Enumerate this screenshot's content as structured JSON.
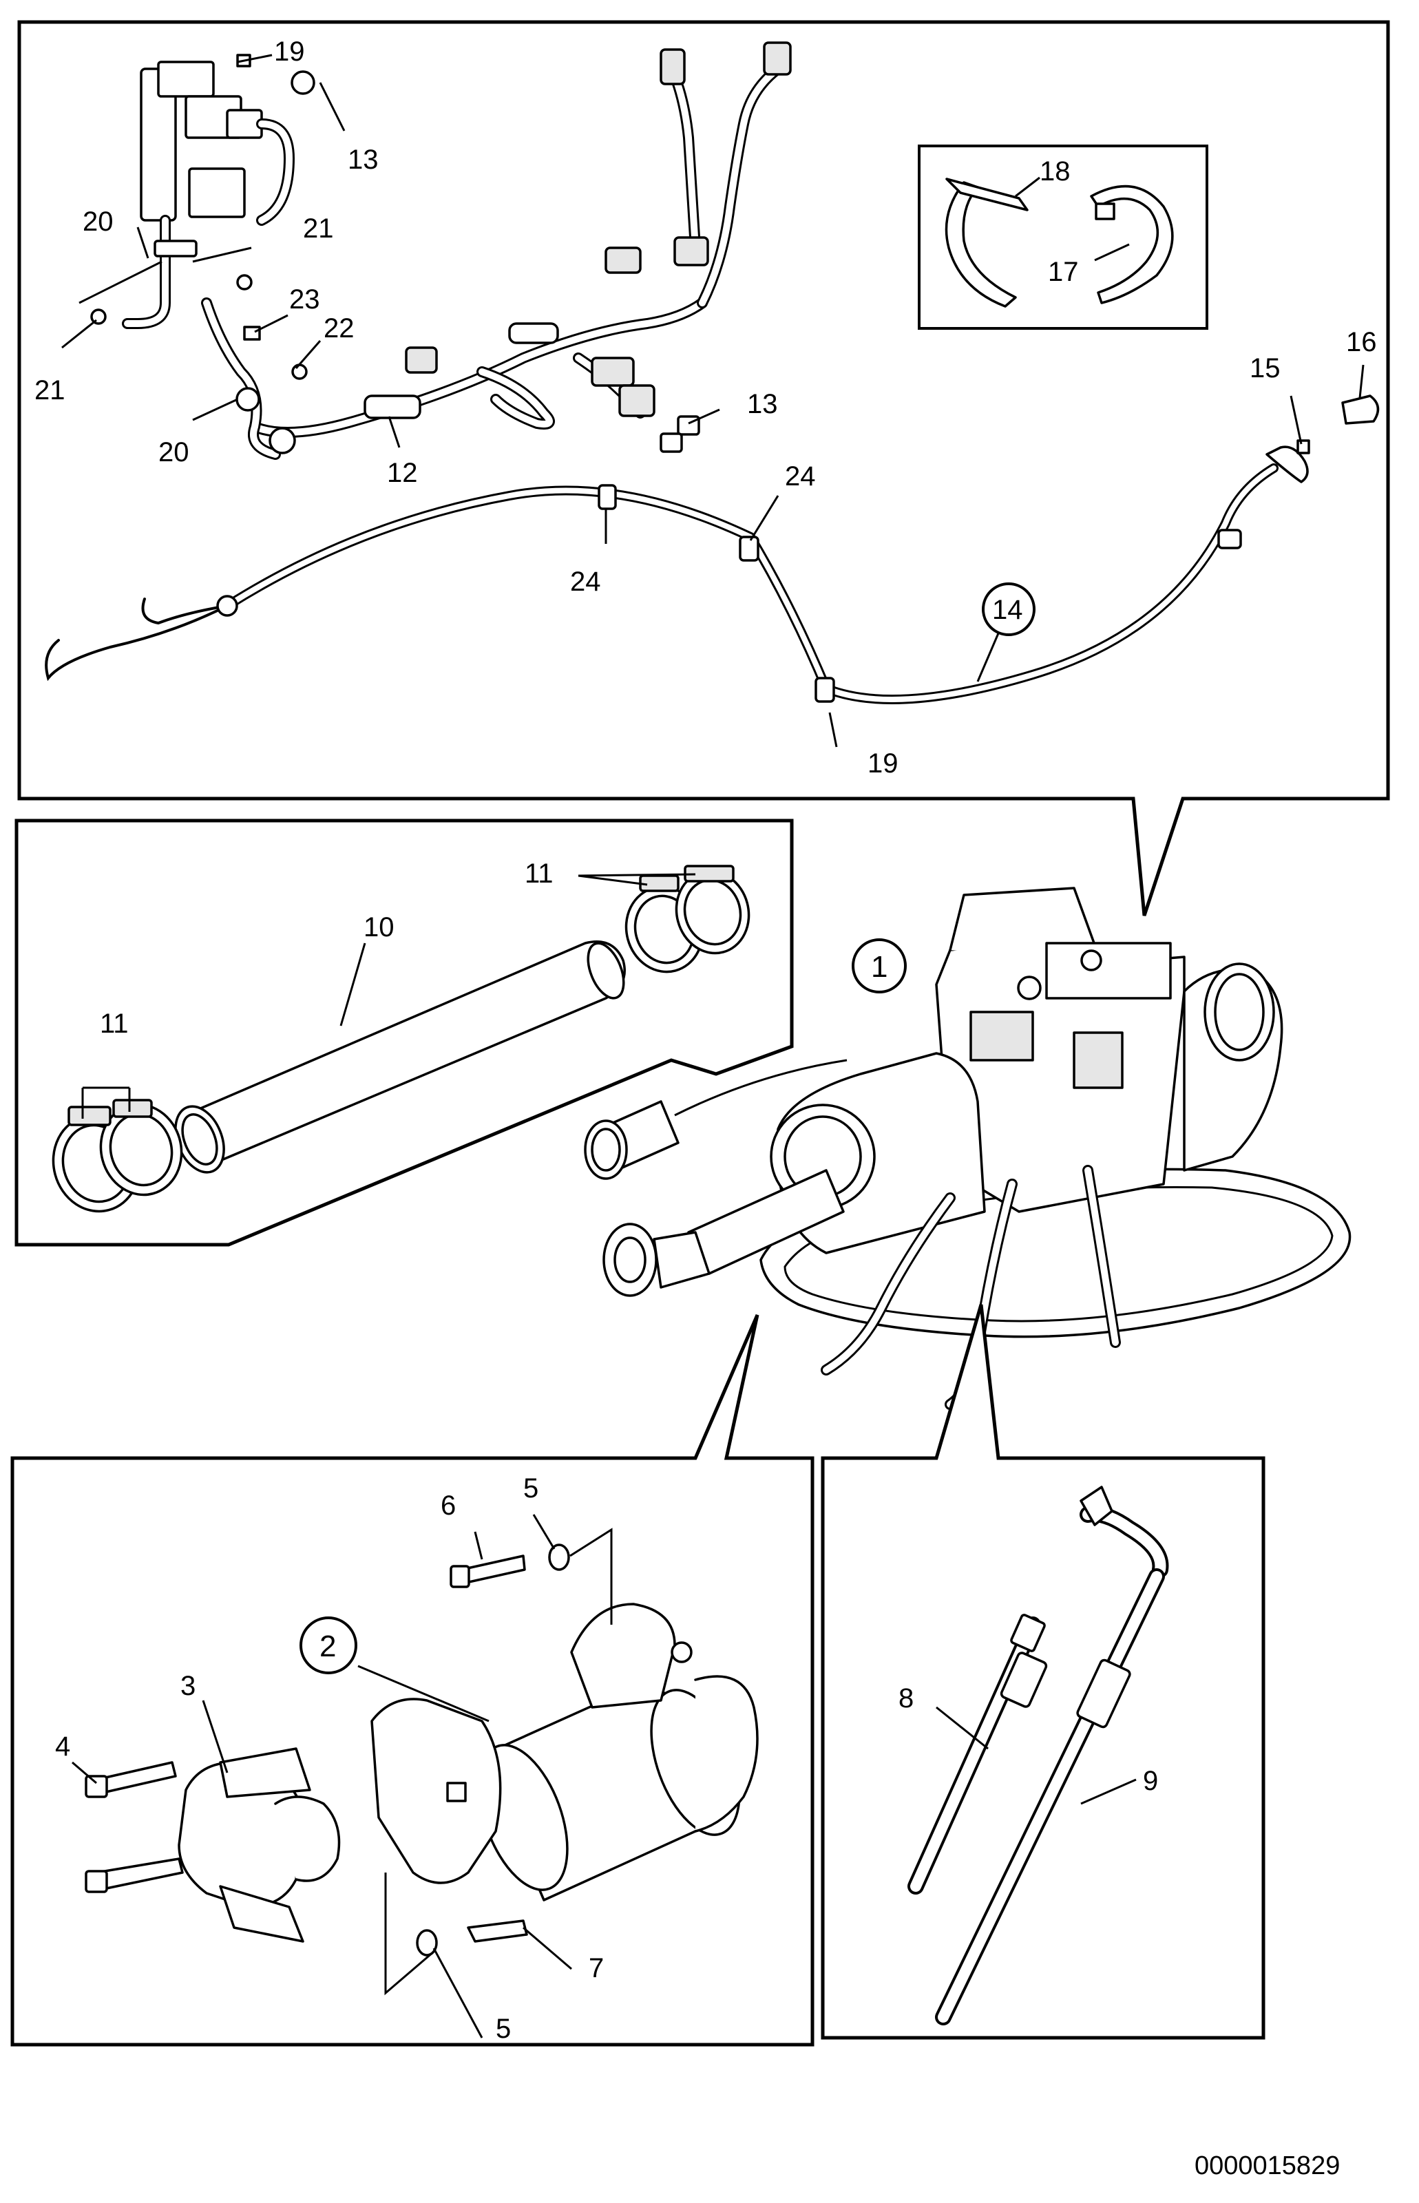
{
  "document_number": "0000015829",
  "panel_harness": {
    "callouts": [
      "19",
      "13",
      "20",
      "21",
      "21",
      "23",
      "22",
      "20",
      "12",
      "13",
      "18",
      "17",
      "16",
      "15",
      "24",
      "24",
      "14",
      "19"
    ]
  },
  "panel_pipe": {
    "callouts": [
      "11",
      "10",
      "11"
    ]
  },
  "panel_assembly": {
    "circled": "1"
  },
  "panel_driveshaft": {
    "circled": "2",
    "callouts": [
      "6",
      "5",
      "3",
      "4",
      "7",
      "5"
    ]
  },
  "panel_lines": {
    "callouts": [
      "8",
      "9"
    ]
  }
}
